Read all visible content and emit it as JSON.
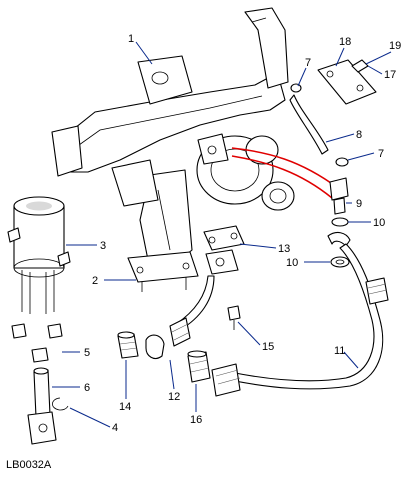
{
  "diagram": {
    "reference_code": "LB0032A",
    "callouts": [
      {
        "id": "1",
        "label": "1"
      },
      {
        "id": "2",
        "label": "2"
      },
      {
        "id": "3",
        "label": "3"
      },
      {
        "id": "4",
        "label": "4"
      },
      {
        "id": "5",
        "label": "5"
      },
      {
        "id": "6",
        "label": "6"
      },
      {
        "id": "7a",
        "label": "7"
      },
      {
        "id": "7b",
        "label": "7"
      },
      {
        "id": "8",
        "label": "8"
      },
      {
        "id": "9",
        "label": "9"
      },
      {
        "id": "10a",
        "label": "10"
      },
      {
        "id": "10b",
        "label": "10"
      },
      {
        "id": "11",
        "label": "11"
      },
      {
        "id": "12",
        "label": "12"
      },
      {
        "id": "13",
        "label": "13"
      },
      {
        "id": "14",
        "label": "14"
      },
      {
        "id": "15",
        "label": "15"
      },
      {
        "id": "16",
        "label": "16"
      },
      {
        "id": "17",
        "label": "17"
      },
      {
        "id": "18",
        "label": "18"
      },
      {
        "id": "19",
        "label": "19"
      }
    ],
    "colors": {
      "leader": "#0a2a8c",
      "oil_feed_highlight": "#e00000",
      "linework": "#000000"
    }
  }
}
